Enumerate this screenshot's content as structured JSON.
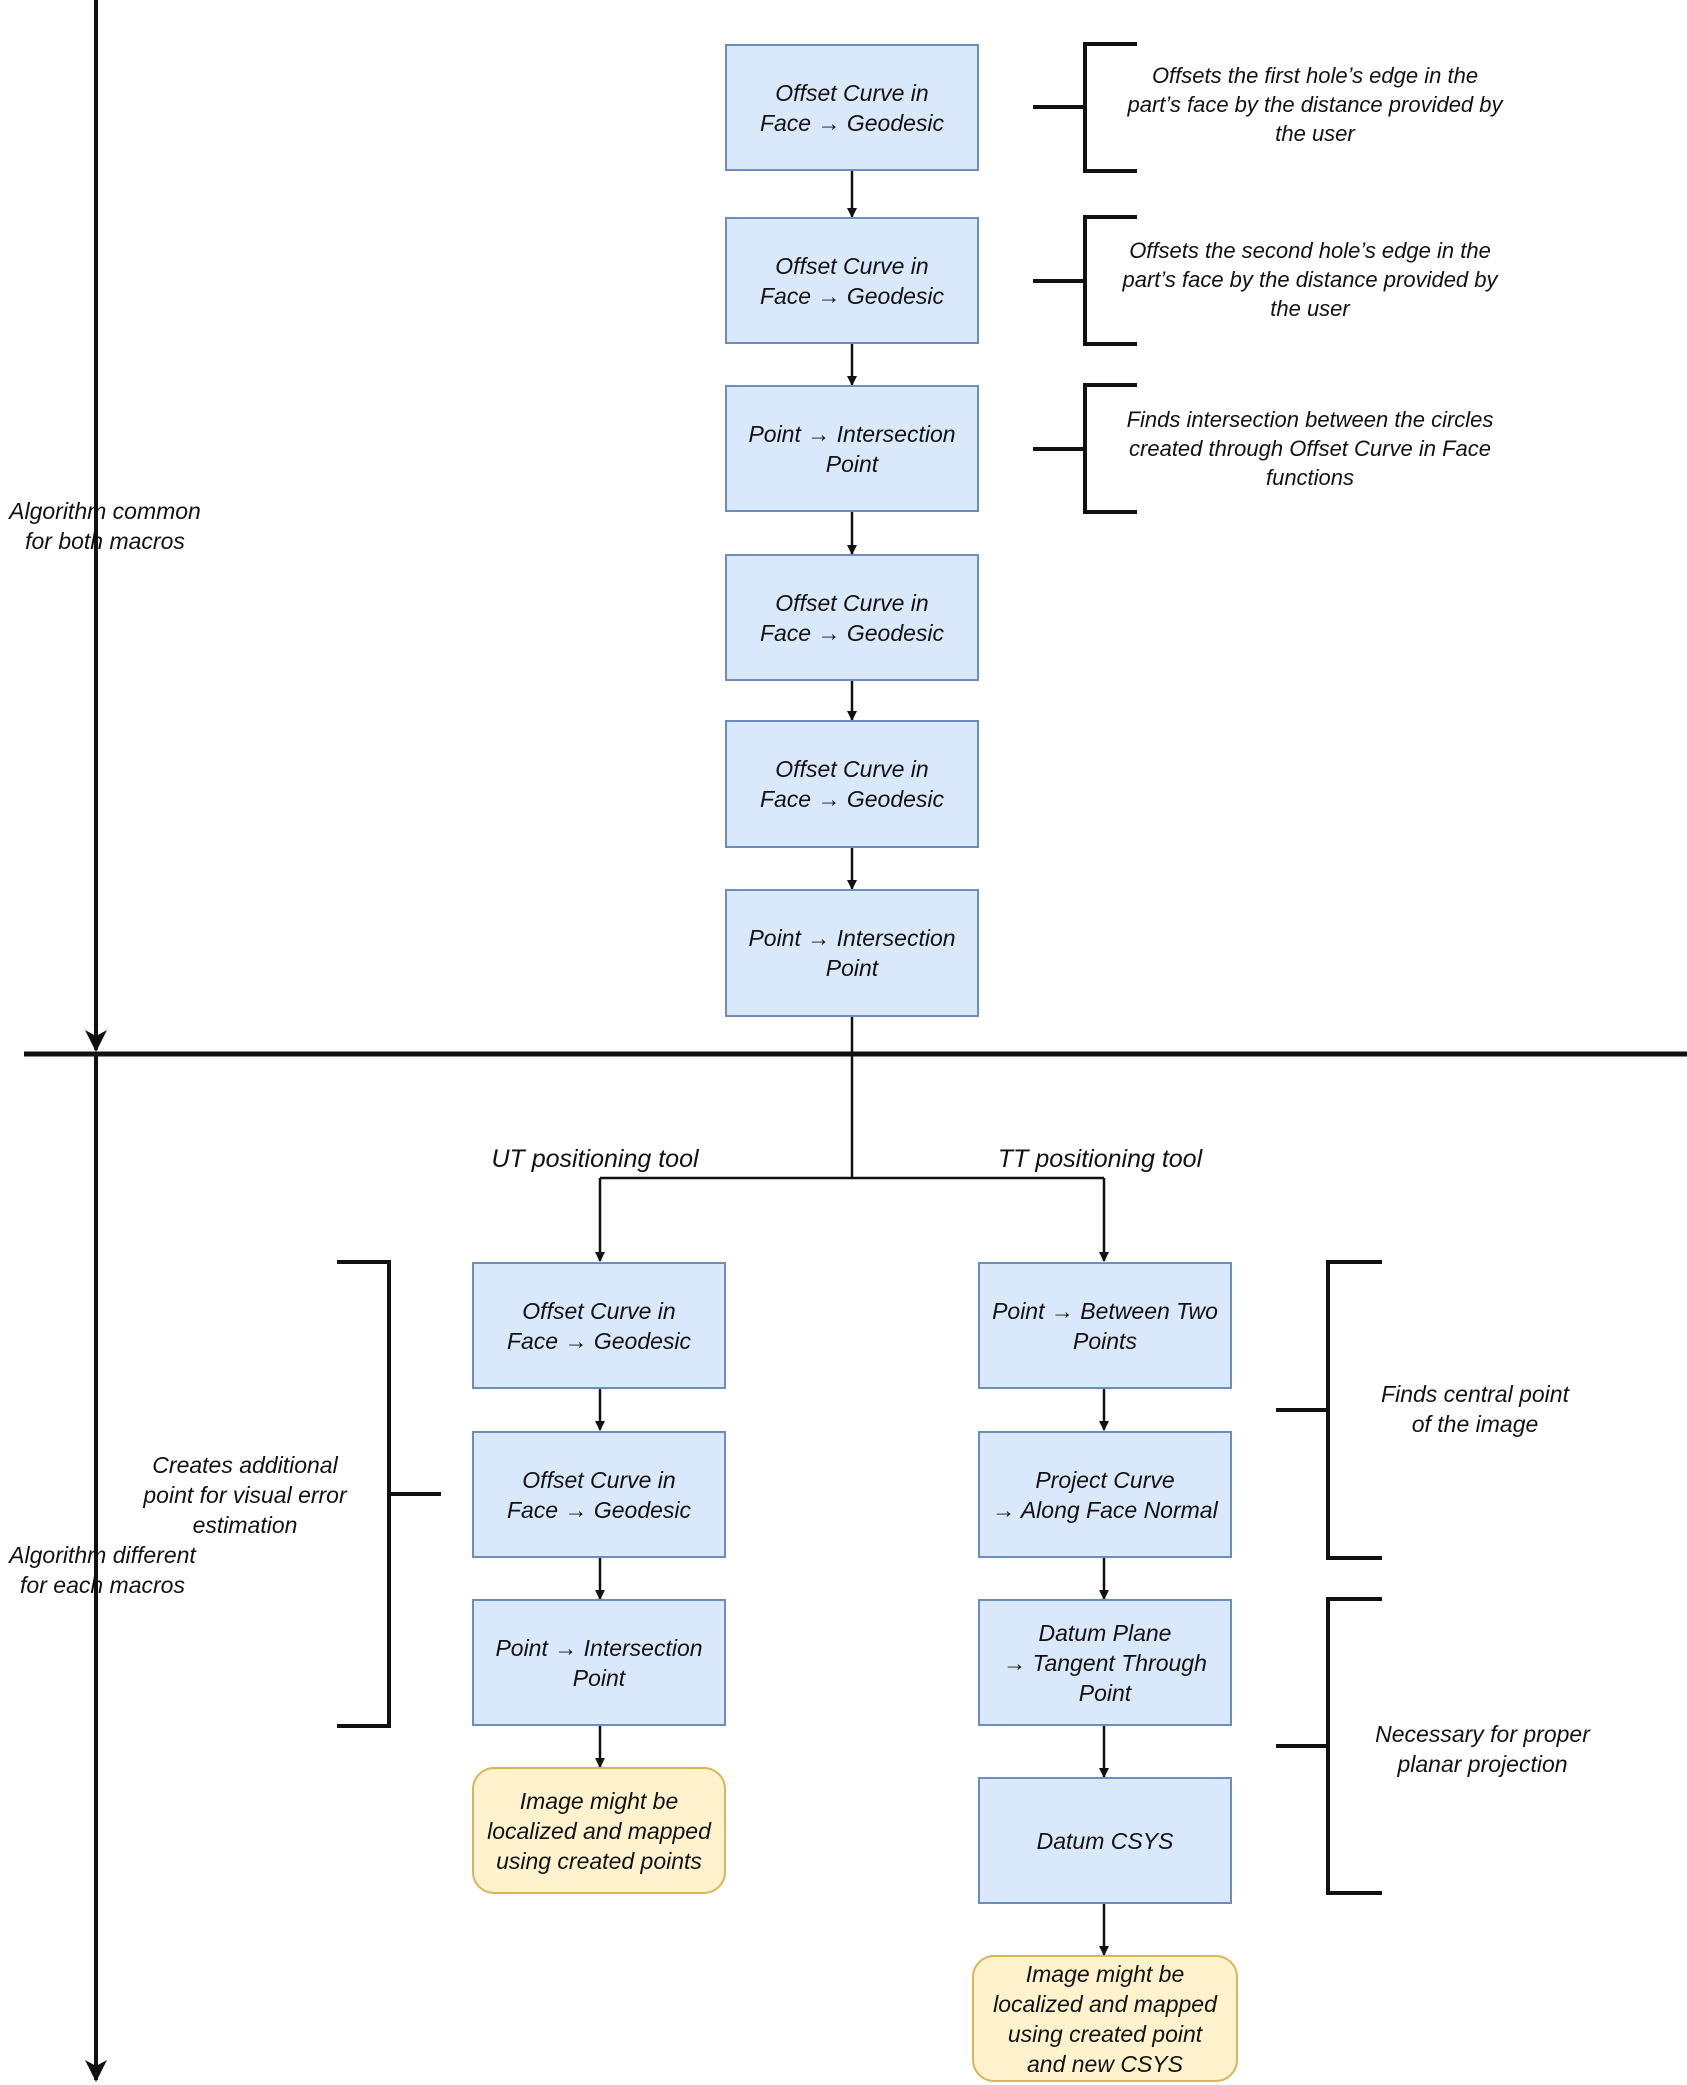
{
  "common": {
    "label": "Algorithm common\nfor both macros",
    "steps": [
      "Offset Curve in\nFace → Geodesic",
      "Offset Curve in\nFace → Geodesic",
      "Point → Intersection\nPoint",
      "Offset Curve in\nFace → Geodesic",
      "Offset Curve in\nFace → Geodesic",
      "Point → Intersection\nPoint"
    ],
    "notes": [
      "Offsets the first hole’s edge in the\npart’s face by the distance provided by\nthe user",
      "Offsets the second hole’s edge in the\npart’s face by the distance provided by\nthe user",
      "Finds intersection between the circles\ncreated through Offset Curve in Face\nfunctions"
    ]
  },
  "different": {
    "label": "Algorithm different\nfor each macros"
  },
  "ut": {
    "branch_label": "UT positioning tool",
    "steps": [
      "Offset Curve in\nFace → Geodesic",
      "Offset Curve in\nFace → Geodesic",
      "Point → Intersection\nPoint"
    ],
    "result": "Image might be\nlocalized and mapped\nusing created points",
    "note": "Creates additional\npoint for visual error\nestimation"
  },
  "tt": {
    "branch_label": "TT positioning tool",
    "steps": [
      "Point → Between Two\nPoints",
      "Project Curve\n→ Along Face Normal",
      "Datum Plane\n→ Tangent Through\nPoint",
      "Datum CSYS"
    ],
    "result": "Image might be\nlocalized and mapped\nusing created point\nand new CSYS",
    "notes": [
      "Finds central point\nof the image",
      "Necessary for proper\nplanar projection"
    ]
  }
}
